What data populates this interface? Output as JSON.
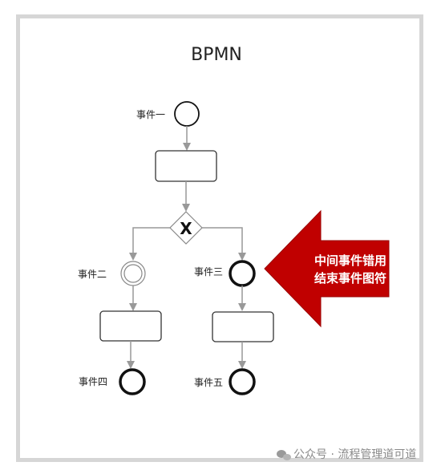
{
  "diagram": {
    "title": "BPMN",
    "events": {
      "event1": "事件一",
      "event2": "事件二",
      "event3": "事件三",
      "event4": "事件四",
      "event5": "事件五"
    },
    "gateway_symbol": "X",
    "callout": {
      "line1": "中间事件错用",
      "line2": "结束事件图符",
      "color": "#c00000"
    }
  },
  "watermark": {
    "icon": "wechat-icon",
    "text": "公众号 · 流程管理道可道"
  }
}
